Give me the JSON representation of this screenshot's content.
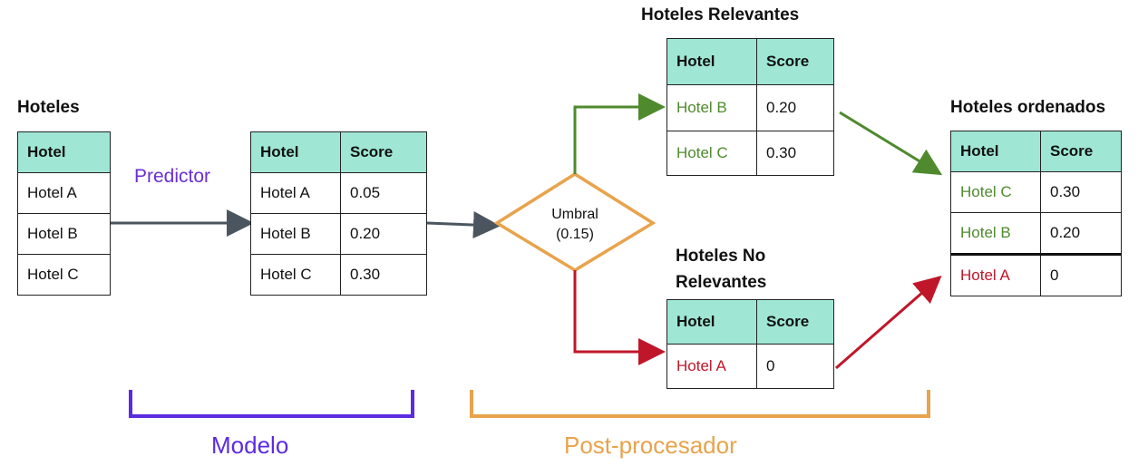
{
  "input": {
    "title": "Hoteles",
    "header": "Hotel",
    "rows": [
      "Hotel A",
      "Hotel B",
      "Hotel C"
    ]
  },
  "predictor_label": "Predictor",
  "scored": {
    "headers": [
      "Hotel",
      "Score"
    ],
    "rows": [
      [
        "Hotel A",
        "0.05"
      ],
      [
        "Hotel B",
        "0.20"
      ],
      [
        "Hotel C",
        "0.30"
      ]
    ]
  },
  "threshold": {
    "label": "Umbral",
    "value": "(0.15)"
  },
  "relevant": {
    "title": "Hoteles Relevantes",
    "headers": [
      "Hotel",
      "Score"
    ],
    "rows": [
      [
        "Hotel B",
        "0.20"
      ],
      [
        "Hotel C",
        "0.30"
      ]
    ]
  },
  "not_relevant": {
    "title_line1": "Hoteles No",
    "title_line2": "Relevantes",
    "headers": [
      "Hotel",
      "Score"
    ],
    "rows": [
      [
        "Hotel A",
        "0"
      ]
    ]
  },
  "ordered": {
    "title": "Hoteles ordenados",
    "headers": [
      "Hotel",
      "Score"
    ],
    "rows": [
      [
        "Hotel C",
        "0.30"
      ],
      [
        "Hotel B",
        "0.20"
      ],
      [
        "Hotel A",
        "0"
      ]
    ]
  },
  "brackets": {
    "model": "Modelo",
    "postprocessor": "Post-procesador"
  },
  "colors": {
    "header_fill": "#9fe6d5",
    "predictor": "#6a2fd6",
    "model_bracket": "#5b2be0",
    "post_bracket": "#e8a34c",
    "relevant": "#4f8a2e",
    "not_relevant": "#c0162a",
    "flow": "#4a5560"
  }
}
